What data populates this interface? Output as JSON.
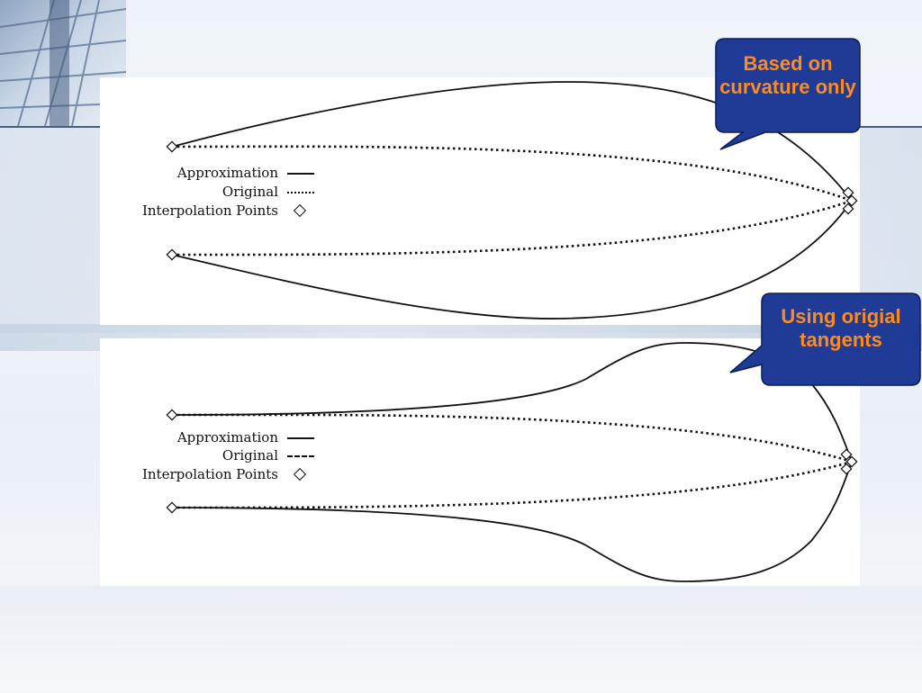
{
  "panels": [
    {
      "legend": {
        "approximation": "Approximation",
        "original": "Original",
        "interpolation_points": "Interpolation Points"
      }
    },
    {
      "legend": {
        "approximation": "Approximation",
        "original": "Original",
        "interpolation_points": "Interpolation Points"
      }
    }
  ],
  "callouts": [
    {
      "text": "Based on curvature only"
    },
    {
      "text": "Using origial tangents"
    }
  ],
  "colors": {
    "callout_fill": "#1f3b96",
    "callout_text": "#ff8a1e",
    "curve": "#111111"
  }
}
